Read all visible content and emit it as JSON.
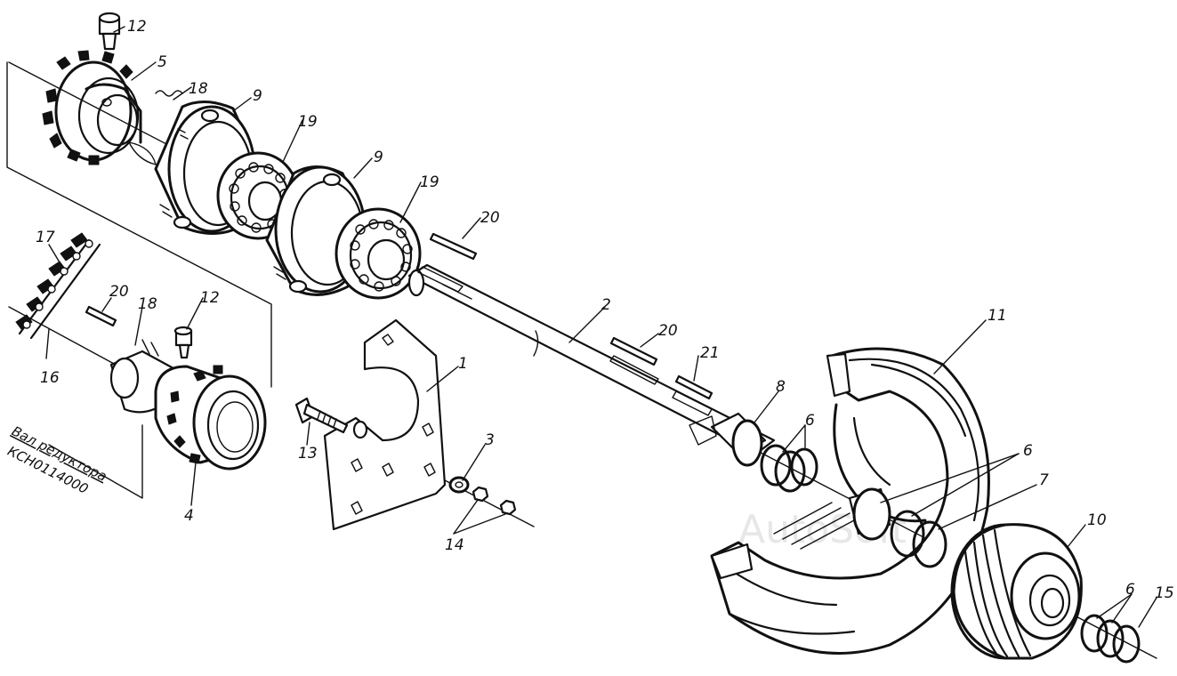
{
  "labels": {
    "l12a": "12",
    "l5": "5",
    "l18a": "18",
    "l9a": "9",
    "l19a": "19",
    "l9b": "9",
    "l19b": "19",
    "l20a": "20",
    "l17": "17",
    "l20b": "20",
    "l18b": "18",
    "l12b": "12",
    "l16": "16",
    "l2": "2",
    "l20c": "20",
    "l21": "21",
    "l1": "1",
    "l11": "11",
    "l8": "8",
    "l6a": "6",
    "l6b": "6",
    "l7": "7",
    "l13": "13",
    "l3": "3",
    "l14": "14",
    "l4": "4",
    "l10": "10",
    "l6c": "6",
    "l15": "15"
  },
  "caption": {
    "line1": "Вал редуктора",
    "line2": "КСН0114000"
  },
  "watermark": "AutoSoft"
}
